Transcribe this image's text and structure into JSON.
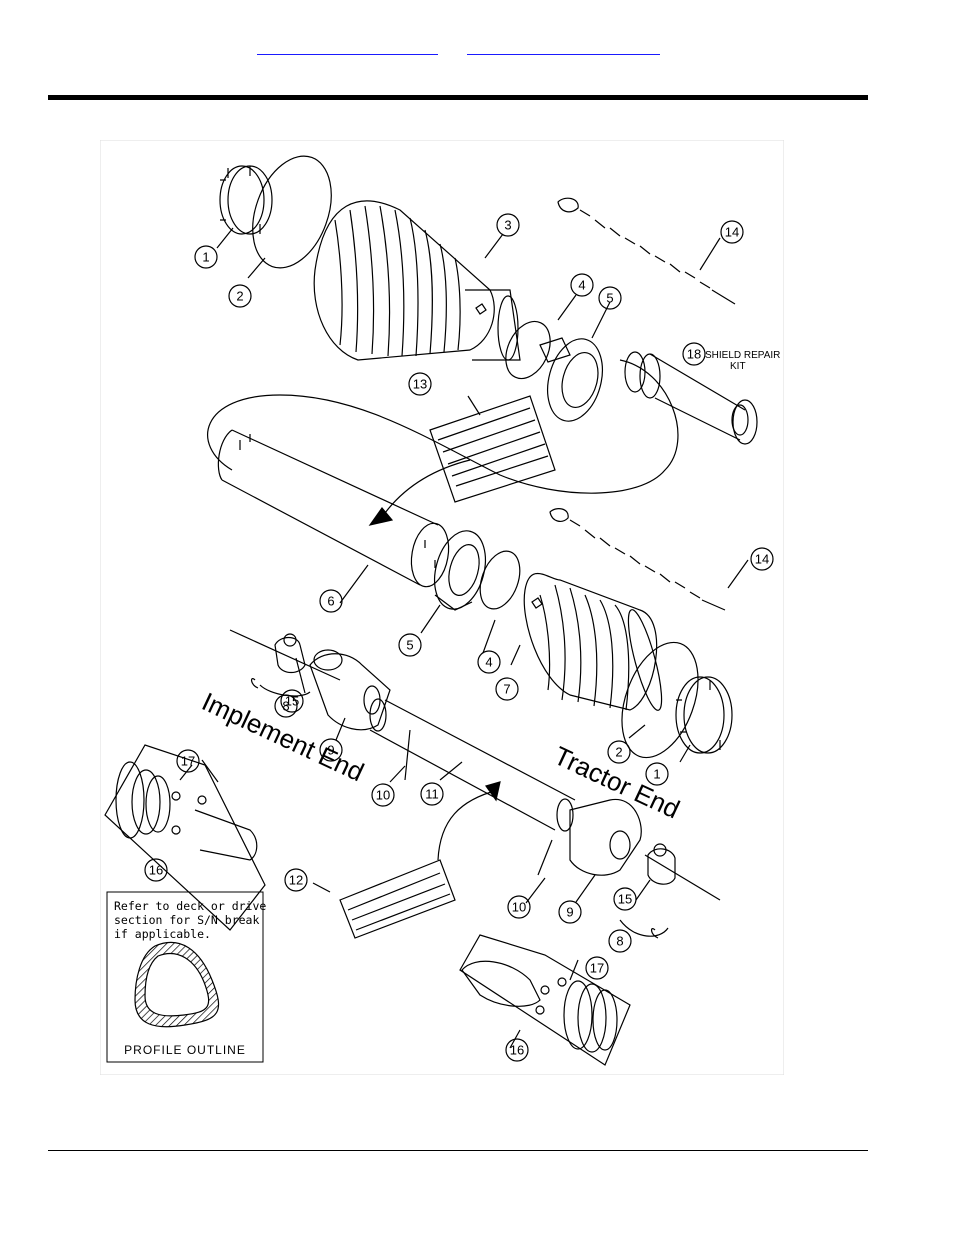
{
  "header": {
    "nav_links": [
      "",
      ""
    ]
  },
  "diagram": {
    "callouts": [
      {
        "id": "c1a",
        "text": "1"
      },
      {
        "id": "c2a",
        "text": "2"
      },
      {
        "id": "c3",
        "text": "3"
      },
      {
        "id": "c4a",
        "text": "4"
      },
      {
        "id": "c5a",
        "text": "5"
      },
      {
        "id": "c13",
        "text": "13"
      },
      {
        "id": "c14a",
        "text": "14"
      },
      {
        "id": "c18",
        "text": "18"
      },
      {
        "id": "c6",
        "text": "6"
      },
      {
        "id": "c5b",
        "text": "5"
      },
      {
        "id": "c4b",
        "text": "4"
      },
      {
        "id": "c7",
        "text": "7"
      },
      {
        "id": "c14b",
        "text": "14"
      },
      {
        "id": "c8a",
        "text": "8"
      },
      {
        "id": "c15a",
        "text": "15"
      },
      {
        "id": "c9a",
        "text": "9"
      },
      {
        "id": "c2b",
        "text": "2"
      },
      {
        "id": "c1b",
        "text": "1"
      },
      {
        "id": "c17a",
        "text": "17"
      },
      {
        "id": "c16a",
        "text": "16"
      },
      {
        "id": "c10a",
        "text": "10"
      },
      {
        "id": "c11",
        "text": "11"
      },
      {
        "id": "c12",
        "text": "12"
      },
      {
        "id": "c10b",
        "text": "10"
      },
      {
        "id": "c9b",
        "text": "9"
      },
      {
        "id": "c15b",
        "text": "15"
      },
      {
        "id": "c8b",
        "text": "8"
      },
      {
        "id": "c17b",
        "text": "17"
      },
      {
        "id": "c16b",
        "text": "16"
      }
    ],
    "shield_repair_kit_line1": "SHIELD REPAIR",
    "shield_repair_kit_line2": "KIT",
    "implement_end": "Implement End",
    "tractor_end": "Tractor End",
    "inset": {
      "line1": "Refer to deck or drive",
      "line2": "section for S/N break",
      "line3": "if applicable.",
      "caption": "PROFILE OUTLINE"
    }
  }
}
